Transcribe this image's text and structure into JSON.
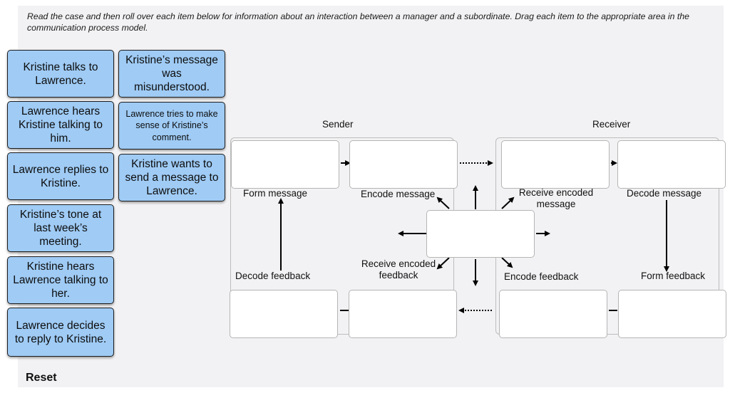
{
  "instructions": "Read the case and then roll over each item below for information about an interaction between a manager and a subordinate. Drag each item to the appropriate area in the communication process model.",
  "items": [
    {
      "label": "Kristine talks to Lawrence."
    },
    {
      "label": "Kristine’s message was misunderstood."
    },
    {
      "label": "Lawrence hears Kristine talking to him."
    },
    {
      "label": "Lawrence tries to make sense of Kristine’s comment."
    },
    {
      "label": "Lawrence replies to Kristine."
    },
    {
      "label": "Kristine wants to send a message to Lawrence."
    },
    {
      "label": "Kristine’s tone at last week’s meeting."
    },
    {
      "label": "Kristine hears Lawrence talking to her."
    },
    {
      "label": "Lawrence decides to reply to Kristine."
    }
  ],
  "model": {
    "sender_heading": "Sender",
    "receiver_heading": "Receiver",
    "labels": {
      "form_message": "Form message",
      "encode_message": "Encode message",
      "receive_encoded_message": "Receive encoded message",
      "decode_message": "Decode message",
      "decode_feedback": "Decode feedback",
      "receive_encoded_feedback": "Receive encoded feedback",
      "encode_feedback": "Encode feedback",
      "form_feedback": "Form feedback"
    }
  },
  "reset_label": "Reset"
}
